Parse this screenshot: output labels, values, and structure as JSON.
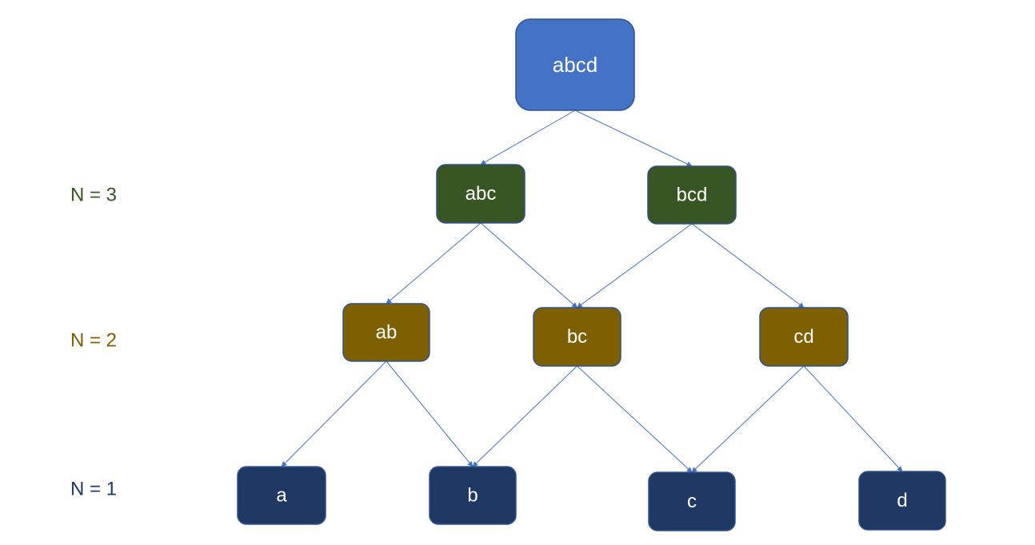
{
  "levels": [
    {
      "id": "n3",
      "label": "N = 3",
      "color": "#375623"
    },
    {
      "id": "n2",
      "label": "N = 2",
      "color": "#7f6000"
    },
    {
      "id": "n1",
      "label": "N = 1",
      "color": "#1f3864"
    }
  ],
  "nodes": [
    {
      "id": "abcd",
      "label": "abcd",
      "fill": "#4472c4"
    },
    {
      "id": "abc",
      "label": "abc",
      "fill": "#375623"
    },
    {
      "id": "bcd",
      "label": "bcd",
      "fill": "#375623"
    },
    {
      "id": "ab",
      "label": "ab",
      "fill": "#7f6000"
    },
    {
      "id": "bc",
      "label": "bc",
      "fill": "#7f6000"
    },
    {
      "id": "cd",
      "label": "cd",
      "fill": "#7f6000"
    },
    {
      "id": "a",
      "label": "a",
      "fill": "#1f3864"
    },
    {
      "id": "b",
      "label": "b",
      "fill": "#1f3864"
    },
    {
      "id": "c",
      "label": "c",
      "fill": "#1f3864"
    },
    {
      "id": "d",
      "label": "d",
      "fill": "#1f3864"
    }
  ],
  "edges": [
    {
      "from": "abcd",
      "to": "abc"
    },
    {
      "from": "abcd",
      "to": "bcd"
    },
    {
      "from": "abc",
      "to": "ab"
    },
    {
      "from": "abc",
      "to": "bc"
    },
    {
      "from": "bcd",
      "to": "bc"
    },
    {
      "from": "bcd",
      "to": "cd"
    },
    {
      "from": "ab",
      "to": "a"
    },
    {
      "from": "ab",
      "to": "b"
    },
    {
      "from": "bc",
      "to": "b"
    },
    {
      "from": "bc",
      "to": "c"
    },
    {
      "from": "cd",
      "to": "c"
    },
    {
      "from": "cd",
      "to": "d"
    }
  ],
  "edge_color": "#4472c4"
}
